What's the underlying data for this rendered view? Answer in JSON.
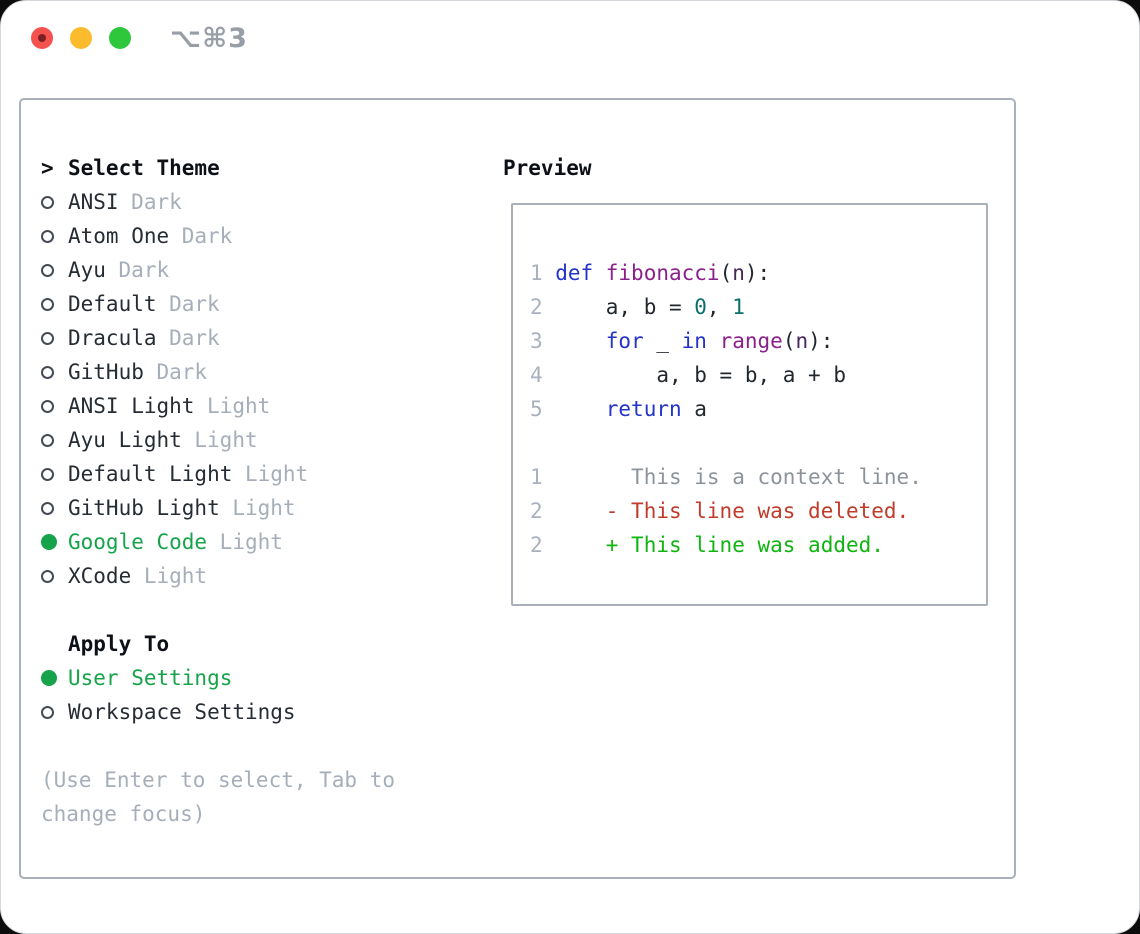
{
  "window": {
    "title": "⌥⌘3",
    "traffic_lights": [
      {
        "name": "close"
      },
      {
        "name": "minimize"
      },
      {
        "name": "zoom"
      }
    ]
  },
  "theme_panel": {
    "header_prefix": ">",
    "header": "Select Theme",
    "themes": [
      {
        "name": "ANSI",
        "variant": "Dark",
        "selected": false
      },
      {
        "name": "Atom One",
        "variant": "Dark",
        "selected": false
      },
      {
        "name": "Ayu",
        "variant": "Dark",
        "selected": false
      },
      {
        "name": "Default",
        "variant": "Dark",
        "selected": false
      },
      {
        "name": "Dracula",
        "variant": "Dark",
        "selected": false
      },
      {
        "name": "GitHub",
        "variant": "Dark",
        "selected": false
      },
      {
        "name": "ANSI Light",
        "variant": "Light",
        "selected": false
      },
      {
        "name": "Ayu Light",
        "variant": "Light",
        "selected": false
      },
      {
        "name": "Default Light",
        "variant": "Light",
        "selected": false
      },
      {
        "name": "GitHub Light",
        "variant": "Light",
        "selected": false
      },
      {
        "name": "Google Code",
        "variant": "Light",
        "selected": true
      },
      {
        "name": "XCode",
        "variant": "Light",
        "selected": false
      }
    ],
    "apply_to": {
      "label": "Apply To",
      "options": [
        {
          "label": "User Settings",
          "selected": true
        },
        {
          "label": "Workspace Settings",
          "selected": false
        }
      ]
    },
    "help_lines": [
      "(Use Enter to select, Tab to",
      "change focus)"
    ]
  },
  "preview": {
    "header": "Preview",
    "code_lines": [
      {
        "num": "1",
        "segments": [
          {
            "text": "def ",
            "color": "keyword"
          },
          {
            "text": "fibonacci",
            "color": "function"
          },
          {
            "text": "(",
            "color": "plain"
          },
          {
            "text": "n",
            "color": "param"
          },
          {
            "text": "):",
            "color": "plain"
          }
        ]
      },
      {
        "num": "2",
        "segments": [
          {
            "text": "    a, b = ",
            "color": "plain"
          },
          {
            "text": "0",
            "color": "number"
          },
          {
            "text": ", ",
            "color": "plain"
          },
          {
            "text": "1",
            "color": "number"
          }
        ]
      },
      {
        "num": "3",
        "segments": [
          {
            "text": "    ",
            "color": "plain"
          },
          {
            "text": "for",
            "color": "keyword"
          },
          {
            "text": " _ ",
            "color": "plain"
          },
          {
            "text": "in",
            "color": "keyword"
          },
          {
            "text": " ",
            "color": "plain"
          },
          {
            "text": "range",
            "color": "function"
          },
          {
            "text": "(",
            "color": "plain"
          },
          {
            "text": "n",
            "color": "param"
          },
          {
            "text": "):",
            "color": "plain"
          }
        ]
      },
      {
        "num": "4",
        "segments": [
          {
            "text": "        a, b = b, a + b",
            "color": "plain"
          }
        ]
      },
      {
        "num": "5",
        "segments": [
          {
            "text": "    ",
            "color": "plain"
          },
          {
            "text": "return",
            "color": "keyword"
          },
          {
            "text": " a",
            "color": "plain"
          }
        ]
      },
      {
        "num": "",
        "segments": []
      },
      {
        "num": "1",
        "segments": [
          {
            "text": "      This is a context line.",
            "color": "context"
          }
        ]
      },
      {
        "num": "2",
        "segments": [
          {
            "text": "    - This line was deleted.",
            "color": "deleted"
          }
        ]
      },
      {
        "num": "2",
        "segments": [
          {
            "text": "    + This line was added.",
            "color": "added"
          }
        ]
      }
    ]
  },
  "colors": {
    "accent_green": "#16a34a",
    "muted_gray": "#a6aeba",
    "text_dark": "#262c33",
    "keyword_blue": "#2433c8",
    "function_purple": "#8b1f8b",
    "number_teal": "#0d6e6e",
    "diff_red": "#c23b2a",
    "diff_green": "#10b410",
    "line_number_gray": "#a8b1bd",
    "border_gray": "#a9b0ba"
  }
}
